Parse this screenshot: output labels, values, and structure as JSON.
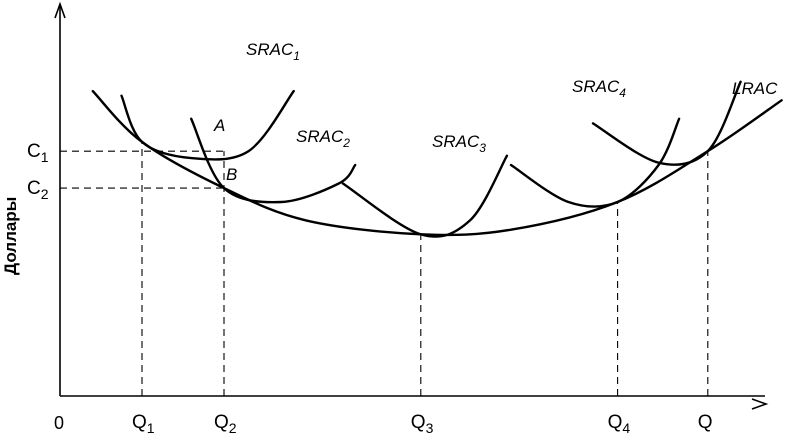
{
  "chart_data": {
    "type": "line",
    "ylabel": "Доллары",
    "xlabel": "",
    "title": "",
    "origin_label": "0",
    "x_tick_labels": [
      {
        "base": "Q",
        "sub": "1",
        "x": 1
      },
      {
        "base": "Q",
        "sub": "2",
        "x": 2
      },
      {
        "base": "Q",
        "sub": "3",
        "x": 4.4
      },
      {
        "base": "Q",
        "sub": "4",
        "x": 6.8
      },
      {
        "base": "Q",
        "sub": "",
        "x": 7.9
      }
    ],
    "y_tick_labels": [
      {
        "base": "C",
        "sub": "1",
        "y": 5.3
      },
      {
        "base": "C",
        "sub": "2",
        "y": 4.5
      }
    ],
    "xlim": [
      0,
      9
    ],
    "ylim": [
      0,
      8
    ],
    "lrac": {
      "name": "LRAC",
      "points": [
        [
          0.4,
          6.6
        ],
        [
          1.0,
          5.5
        ],
        [
          2.0,
          4.5
        ],
        [
          3.0,
          3.8
        ],
        [
          4.4,
          3.5
        ],
        [
          5.5,
          3.6
        ],
        [
          6.8,
          4.2
        ],
        [
          7.9,
          5.3
        ],
        [
          8.8,
          6.4
        ]
      ]
    },
    "series": [
      {
        "name": "SRAC",
        "sub": "1",
        "points": [
          [
            0.75,
            6.5
          ],
          [
            1.0,
            5.5
          ],
          [
            1.6,
            5.15
          ],
          [
            2.3,
            5.3
          ],
          [
            2.85,
            6.6
          ]
        ]
      },
      {
        "name": "SRAC",
        "sub": "2",
        "points": [
          [
            1.6,
            6.0
          ],
          [
            2.0,
            4.5
          ],
          [
            2.7,
            4.2
          ],
          [
            3.4,
            4.6
          ],
          [
            3.6,
            5.0
          ]
        ]
      },
      {
        "name": "SRAC",
        "sub": "3",
        "points": [
          [
            3.45,
            4.6
          ],
          [
            4.4,
            3.5
          ],
          [
            5.0,
            3.8
          ],
          [
            5.45,
            5.2
          ]
        ]
      },
      {
        "name": "SRAC",
        "sub": "4",
        "points": [
          [
            5.5,
            5.0
          ],
          [
            6.2,
            4.2
          ],
          [
            6.8,
            4.2
          ],
          [
            7.3,
            5.0
          ],
          [
            7.55,
            6.0
          ]
        ]
      },
      {
        "name": "",
        "sub": "",
        "points": [
          [
            6.5,
            5.9
          ],
          [
            7.3,
            5.05
          ],
          [
            7.9,
            5.3
          ],
          [
            8.3,
            6.8
          ]
        ]
      }
    ],
    "points": [
      {
        "label": "A",
        "x": 2.0,
        "y": 5.3
      },
      {
        "label": "B",
        "x": 2.0,
        "y": 4.5
      }
    ],
    "dashed_guides": [
      {
        "from": [
          0,
          5.3
        ],
        "to": [
          2.0,
          5.3
        ]
      },
      {
        "from": [
          0,
          4.5
        ],
        "to": [
          2.0,
          4.5
        ]
      },
      {
        "from": [
          1.0,
          0
        ],
        "to": [
          1.0,
          5.5
        ]
      },
      {
        "from": [
          2.0,
          0
        ],
        "to": [
          2.0,
          5.3
        ]
      },
      {
        "from": [
          4.4,
          0
        ],
        "to": [
          4.4,
          3.5
        ]
      },
      {
        "from": [
          6.8,
          0
        ],
        "to": [
          6.8,
          4.2
        ]
      },
      {
        "from": [
          7.9,
          0
        ],
        "to": [
          7.9,
          5.3
        ]
      }
    ],
    "grid": false,
    "legend": "none"
  }
}
